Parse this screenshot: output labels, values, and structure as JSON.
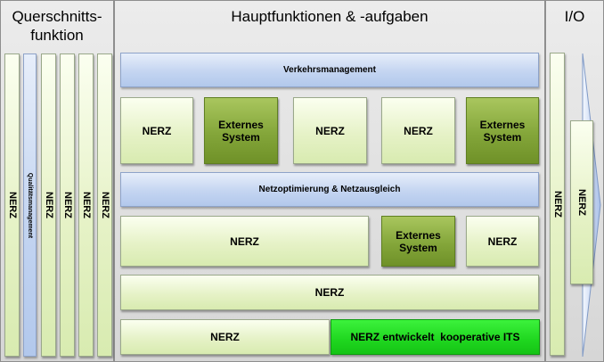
{
  "columns": {
    "left_heading": "Querschnitts-\nfunktion",
    "middle_heading": "Hauptfunktionen & -aufgaben",
    "right_heading": "I/O"
  },
  "left_column": {
    "bars": [
      "NERZ",
      "Qualitätsmanagement",
      "NERZ",
      "NERZ",
      "NERZ",
      "NERZ"
    ]
  },
  "main": {
    "row1": "Verkehrsmanagement",
    "row2": [
      "NERZ",
      "Externes System",
      "NERZ",
      "NERZ",
      "Externes System"
    ],
    "row3": "Netzoptimierung & Netzausgleich",
    "row4": [
      "NERZ",
      "Externes System",
      "NERZ"
    ],
    "row5": "NERZ",
    "row6": [
      "NERZ",
      "NERZ entwickelt  kooperative ITS"
    ]
  },
  "io_column": {
    "bars": [
      "NERZ",
      "NERZ"
    ]
  },
  "colors": {
    "light_green": "#e6f2c7",
    "dark_green": "#84a63a",
    "blue": "#c4d5f1",
    "bright_green": "#1fd61f"
  }
}
